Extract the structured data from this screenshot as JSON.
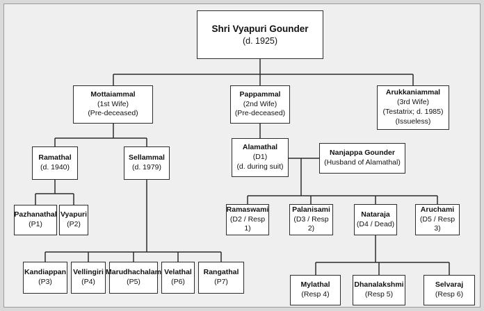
{
  "family_tree": {
    "root": {
      "name": "Shri Vyapuri Gounder",
      "lines": [
        "(d. 1925)"
      ]
    },
    "wives": [
      {
        "name": "Mottaiammal",
        "lines": [
          "(1st Wife)",
          "(Pre-deceased)"
        ]
      },
      {
        "name": "Pappammal",
        "lines": [
          "(2nd Wife)",
          "(Pre-deceased)"
        ]
      },
      {
        "name": "Arukkaniammal",
        "lines": [
          "(3rd Wife)",
          "(Testatrix; d. 1985)",
          "(Issueless)"
        ]
      }
    ],
    "first_wife_children": [
      {
        "name": "Ramathal",
        "lines": [
          "(d. 1940)"
        ]
      },
      {
        "name": "Sellammal",
        "lines": [
          "(d. 1979)"
        ]
      }
    ],
    "ramathal_children": [
      {
        "name": "Pazhanathal",
        "lines": [
          "(P1)"
        ]
      },
      {
        "name": "Vyapuri",
        "lines": [
          "(P2)"
        ]
      }
    ],
    "sellammal_children": [
      {
        "name": "Kandiappan",
        "lines": [
          "(P3)"
        ]
      },
      {
        "name": "Vellingiri",
        "lines": [
          "(P4)"
        ]
      },
      {
        "name": "Marudhachalam",
        "lines": [
          "(P5)"
        ]
      },
      {
        "name": "Velathal",
        "lines": [
          "(P6)"
        ]
      },
      {
        "name": "Rangathal",
        "lines": [
          "(P7)"
        ]
      }
    ],
    "second_wife_child": {
      "name": "Alamathal",
      "lines": [
        "(D1)",
        "(d. during suit)"
      ]
    },
    "spouse": {
      "name": "Nanjappa Gounder",
      "lines": [
        "(Husband of Alamathal)"
      ]
    },
    "alamathal_children": [
      {
        "name": "Ramaswami",
        "lines": [
          "(D2 / Resp 1)"
        ]
      },
      {
        "name": "Palanisami",
        "lines": [
          "(D3 / Resp 2)"
        ]
      },
      {
        "name": "Nataraja",
        "lines": [
          "(D4 / Dead)"
        ]
      },
      {
        "name": "Aruchami",
        "lines": [
          "(D5 / Resp 3)"
        ]
      }
    ],
    "nataraja_children": [
      {
        "name": "Mylathal",
        "lines": [
          "(Resp 4)"
        ]
      },
      {
        "name": "Dhanalakshmi",
        "lines": [
          "(Resp 5)"
        ]
      },
      {
        "name": "Selvaraj",
        "lines": [
          "(Resp 6)"
        ]
      }
    ]
  }
}
